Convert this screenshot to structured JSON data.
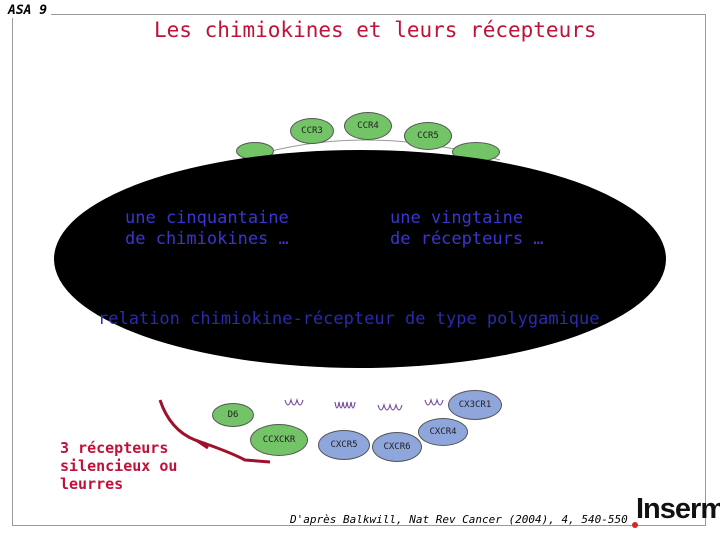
{
  "slide": {
    "number": "ASA 9",
    "title": "Les chimiokines et leurs récepteurs"
  },
  "receptors_top": [
    {
      "label": "CCR3",
      "color": "#72c466"
    },
    {
      "label": "CCR4",
      "color": "#72c466"
    },
    {
      "label": "CCR5",
      "color": "#72c466"
    }
  ],
  "receptors_bottom": [
    {
      "label": "D6",
      "color": "#72c466"
    },
    {
      "label": "CCXCKR",
      "color": "#72c466"
    },
    {
      "label": "CXCR5",
      "color": "#8fa6dc"
    },
    {
      "label": "CXCR6",
      "color": "#8fa6dc"
    },
    {
      "label": "CXCR4",
      "color": "#8fa6dc"
    },
    {
      "label": "CX3CR1",
      "color": "#8fa6dc"
    }
  ],
  "overlay": {
    "left_line1": "une cinquantaine",
    "left_line2": "de chimiokines …",
    "right_line1": "une vingtaine",
    "right_line2": "de récepteurs …",
    "bottom": "relation chimiokine-récepteur de type polygamique"
  },
  "decoy_note": {
    "line1": "3 récepteurs",
    "line2": "silencieux ou",
    "line3": "leurres"
  },
  "citation": "D'après Balkwill, Nat Rev Cancer (2004), 4, 540-550",
  "logo": {
    "text": "Inserm",
    "accent": "#d4252a"
  }
}
